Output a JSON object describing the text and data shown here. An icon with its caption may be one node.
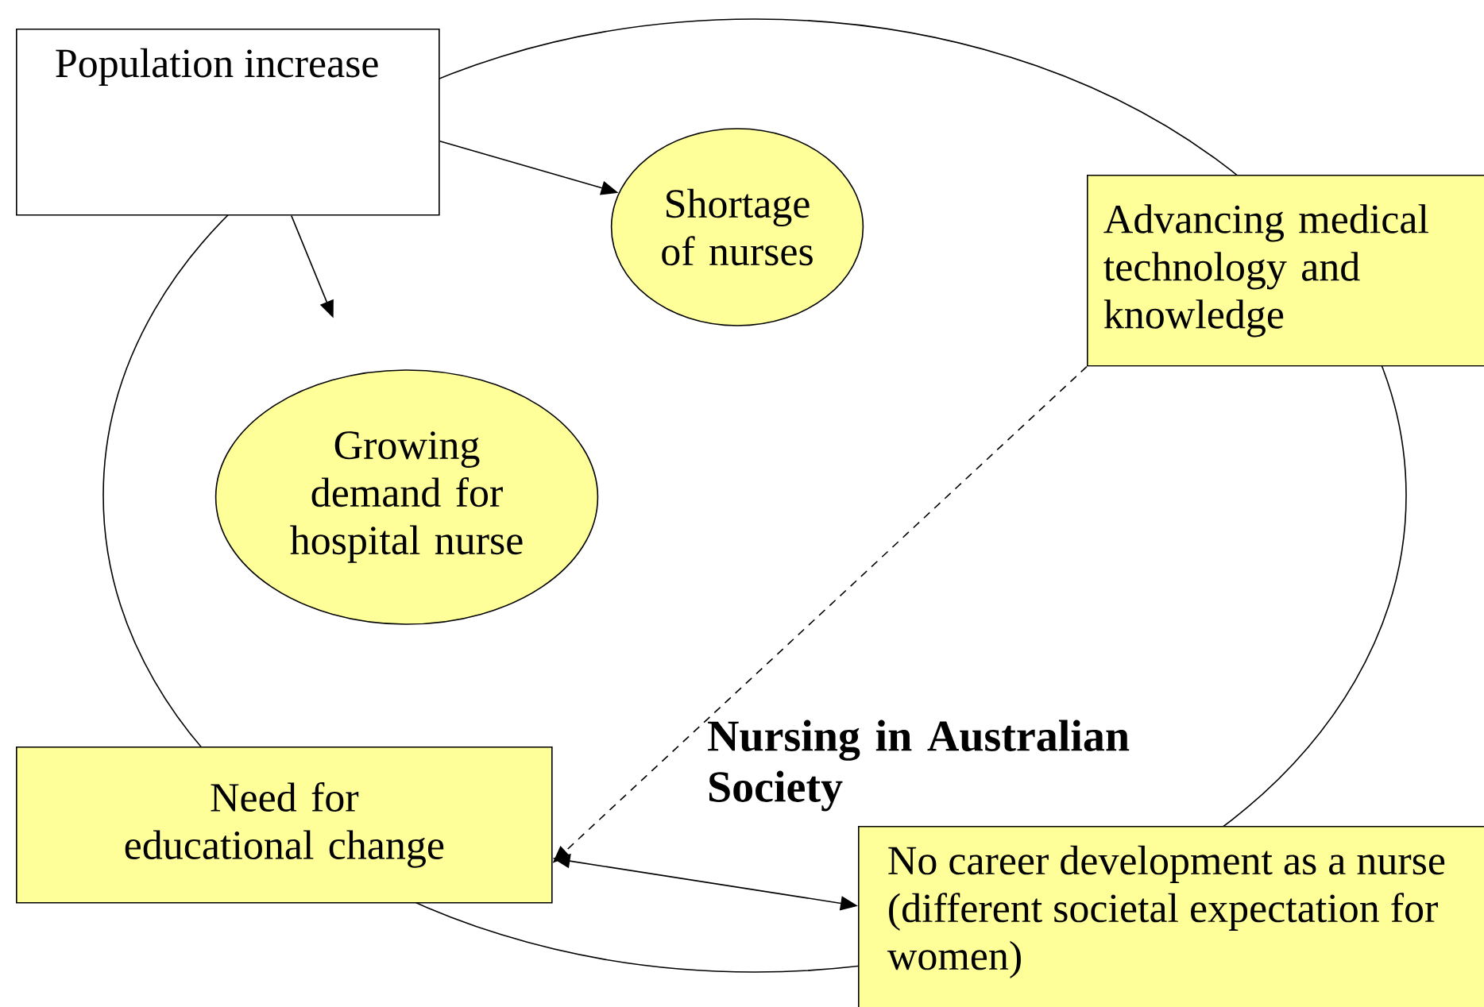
{
  "diagram": {
    "nodes": [
      {
        "text": [
          "Nursing in Australian Society"
        ]
      },
      {
        "text": [
          "Population increase"
        ]
      },
      {
        "text": [
          "Shortage of nurses"
        ],
        "in": 0
      },
      {
        "text": [
          "Growing demand for hospital nurse"
        ],
        "in": 0
      },
      {
        "text": [
          "Advancing medical technology and knowledge"
        ]
      },
      {
        "text": [
          "Need for educational change"
        ]
      },
      {
        "text": [
          "No career development as a nurse (different societal expectation for women)"
        ]
      }
    ],
    "edges": [
      {
        "from": 1,
        "to": 2,
        "arrow": "to"
      },
      {
        "from": 1,
        "to": 3,
        "arrow": "to"
      },
      {
        "from": 4,
        "to": 5,
        "arrow": "to",
        "style": "dashed"
      },
      {
        "from": 5,
        "to": 6,
        "arrow": "both"
      }
    ]
  }
}
